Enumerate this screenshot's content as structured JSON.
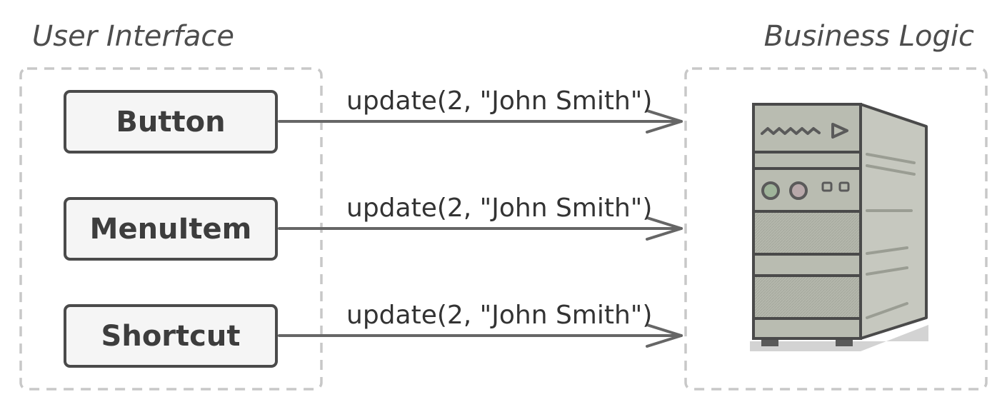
{
  "headings": {
    "left": "User Interface",
    "right": "Business Logic"
  },
  "ui_elements": [
    {
      "label": "Button",
      "call": "update(2, \"John Smith\")"
    },
    {
      "label": "MenuItem",
      "call": "update(2, \"John Smith\")"
    },
    {
      "label": "Shortcut",
      "call": "update(2, \"John Smith\")"
    }
  ],
  "colors": {
    "stroke": "#4a4a4a",
    "dashed_border": "#c8c8c8",
    "box_fill": "#f5f5f5",
    "server_front": "#b9bcb1",
    "server_side": "#c6c8bf",
    "server_shadow": "#d3d3d3"
  },
  "icons": {
    "server": "server-tower-icon"
  }
}
